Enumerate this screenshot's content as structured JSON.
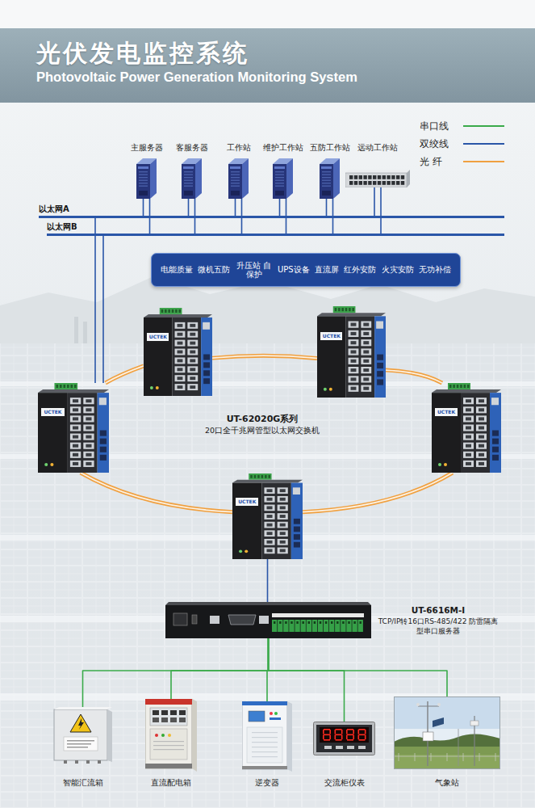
{
  "diagram": {
    "title": "光伏发电监控系统",
    "nodes": [
      {
        "text": [
          "主服务器"
        ]
      },
      {
        "text": [
          "客服务器"
        ]
      },
      {
        "text": [
          "工作站"
        ]
      },
      {
        "text": [
          "维护工作站"
        ]
      },
      {
        "text": [
          "五防工作站"
        ]
      },
      {
        "text": [
          "远动工作站"
        ]
      },
      {
        "text": [
          "以太网A"
        ]
      },
      {
        "text": [
          "以太网B"
        ]
      },
      {
        "text": [
          "电能质量",
          "微机五防",
          "升压站 自保护",
          "UPS设备",
          "直流屏",
          "红外安防",
          "火灾安防",
          "无功补偿"
        ]
      },
      {
        "text": [
          "UCTEK"
        ]
      },
      {
        "text": [
          "UCTEK"
        ]
      },
      {
        "text": [
          "UCTEK"
        ]
      },
      {
        "text": [
          "UCTEK"
        ]
      },
      {
        "text": [
          "UCTEK"
        ]
      },
      {
        "text": [
          "UT-6616M-I",
          "TCP/IP转16口RS-485/422 防雷隔离型串口服务器"
        ]
      },
      {
        "text": [
          "智能汇流箱"
        ]
      },
      {
        "text": [
          "直流配电箱"
        ]
      },
      {
        "text": [
          "逆变器"
        ]
      },
      {
        "text": [
          "交流柜仪表"
        ]
      },
      {
        "text": [
          "气象站"
        ]
      }
    ],
    "edges": [
      {
        "from": 0,
        "to": 6,
        "arrow": "none"
      },
      {
        "from": 0,
        "to": 7,
        "arrow": "none"
      },
      {
        "from": 1,
        "to": 6,
        "arrow": "none"
      },
      {
        "from": 1,
        "to": 7,
        "arrow": "none"
      },
      {
        "from": 2,
        "to": 6,
        "arrow": "none"
      },
      {
        "from": 2,
        "to": 7,
        "arrow": "none"
      },
      {
        "from": 3,
        "to": 6,
        "arrow": "none"
      },
      {
        "from": 3,
        "to": 7,
        "arrow": "none"
      },
      {
        "from": 4,
        "to": 6,
        "arrow": "none"
      },
      {
        "from": 4,
        "to": 7,
        "arrow": "none"
      },
      {
        "from": 5,
        "to": 6,
        "arrow": "none"
      },
      {
        "from": 5,
        "to": 7,
        "arrow": "none"
      },
      {
        "from": 6,
        "to": 11,
        "arrow": "none"
      },
      {
        "from": 7,
        "to": 11,
        "arrow": "none"
      },
      {
        "from": 11,
        "to": 9,
        "arrow": "none"
      },
      {
        "from": 9,
        "to": 10,
        "arrow": "none"
      },
      {
        "from": 10,
        "to": 12,
        "arrow": "none"
      },
      {
        "from": 12,
        "to": 13,
        "arrow": "none"
      },
      {
        "from": 13,
        "to": 11,
        "arrow": "none"
      },
      {
        "from": 13,
        "to": 14,
        "arrow": "none"
      },
      {
        "from": 14,
        "to": 15,
        "arrow": "none"
      },
      {
        "from": 14,
        "to": 16,
        "arrow": "none"
      },
      {
        "from": 14,
        "to": 17,
        "arrow": "none"
      },
      {
        "from": 14,
        "to": 18,
        "arrow": "none"
      },
      {
        "from": 14,
        "to": 19,
        "arrow": "none"
      }
    ],
    "labels": [
      "Photovoltaic Power Generation Monitoring System",
      "UT-62020G系列",
      "20口全千兆网管型以太网交换机"
    ],
    "legend": [
      {
        "text": "串口线"
      },
      {
        "text": "双绞线"
      },
      {
        "text": "光 纤"
      }
    ]
  }
}
